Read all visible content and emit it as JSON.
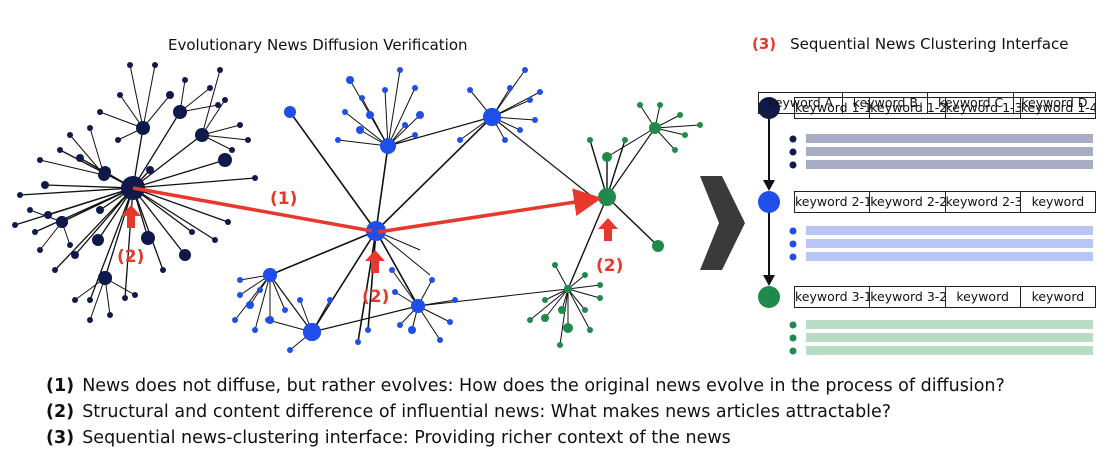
{
  "titles": {
    "left": "Evolutionary News Diffusion Verification",
    "right_number": "(3)",
    "right": "Sequential News Clustering Interface"
  },
  "annotations": {
    "arrow_label_1": "(1)",
    "arrow_label_2": "(2)"
  },
  "colors": {
    "dark_navy": "#0f1a4a",
    "blue": "#1f4fe8",
    "green": "#1f8a4c",
    "red_accent": "#e8372b",
    "bar_gray": "#a9adc4",
    "bar_blue": "#b7c6f5",
    "bar_green": "#b9dcc4"
  },
  "keyword_header": [
    "keyword A",
    "keyword B",
    "keyword C",
    "keyword D"
  ],
  "clusters": [
    {
      "keywords": [
        "keyword 1-1",
        "keyword 1-2",
        "keyword 1-3",
        "keyword 1-4"
      ]
    },
    {
      "keywords": [
        "keyword 2-1",
        "keyword 2-2",
        "keyword 2-3",
        "keyword"
      ]
    },
    {
      "keywords": [
        "keyword 3-1",
        "keyword 3-2",
        "keyword",
        "keyword"
      ]
    }
  ],
  "captions": [
    {
      "num": "(1)",
      "text": "News does not diffuse, but rather evolves: How does the original news evolve in the process of diffusion?"
    },
    {
      "num": "(2)",
      "text": "Structural and content difference of influential news: What makes news articles attractable?"
    },
    {
      "num": "(3)",
      "text": "Sequential news-clustering interface: Providing richer context of the news"
    }
  ]
}
